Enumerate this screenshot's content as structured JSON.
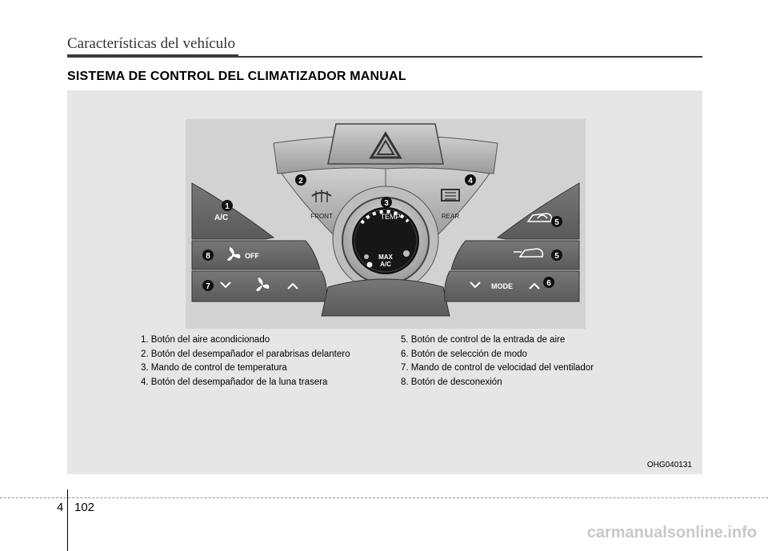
{
  "header": {
    "title": "Características del vehículo"
  },
  "section": {
    "title": "SISTEMA DE CONTROL DEL CLIMATIZADOR MANUAL"
  },
  "panel": {
    "ac_label": "A/C",
    "off_label": "OFF",
    "front_label": "FRONT",
    "rear_label": "REAR",
    "temp_label": "TEMP",
    "max_label": "MAX",
    "max_ac_label": "A/C",
    "mode_label": "MODE",
    "callouts": [
      "1",
      "2",
      "3",
      "4",
      "5",
      "5",
      "6",
      "7",
      "8"
    ]
  },
  "legend": {
    "left": [
      "1. Botón del aire acondicionado",
      "2. Botón del desempañador el parabrisas delantero",
      "3. Mando de control de temperatura",
      "4. Botón del desempañador de la luna trasera"
    ],
    "right": [
      "5. Botón de control de la entrada de aire",
      "6. Botón de selección de modo",
      "7. Mando de control de velocidad del ventilador",
      "8. Botón de desconexión"
    ]
  },
  "figure": {
    "code": "OHG040131"
  },
  "footer": {
    "chapter": "4",
    "page": "102",
    "watermark": "carmanualsonline.info"
  }
}
